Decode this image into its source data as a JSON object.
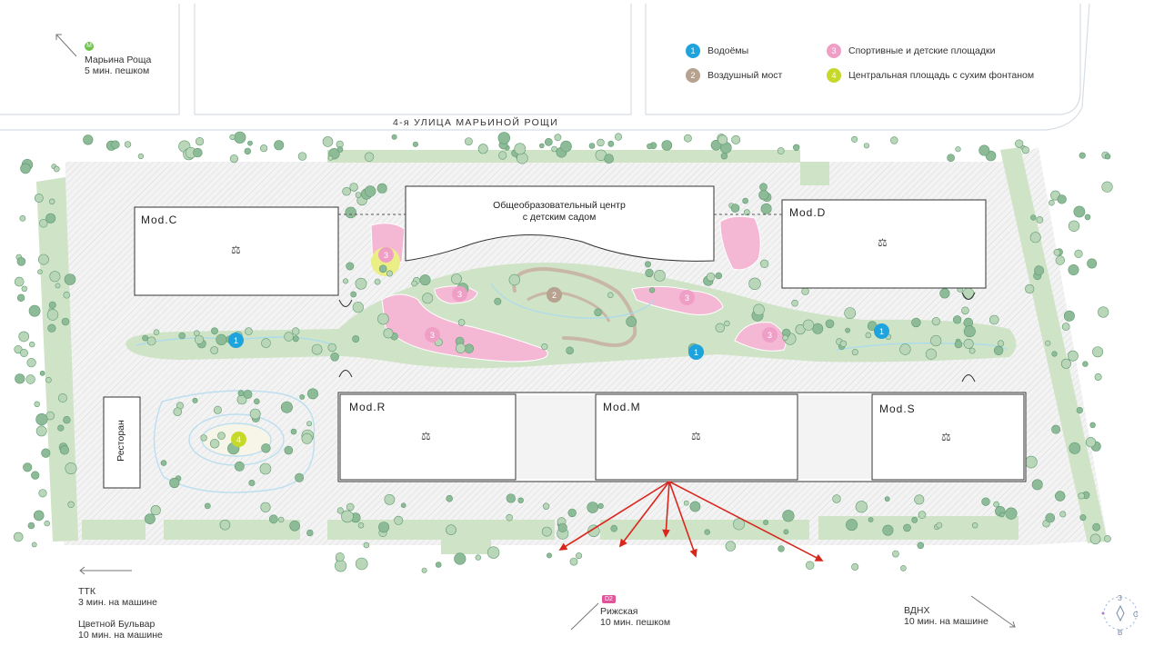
{
  "colors": {
    "water": "#1fa3dc",
    "bridge": "#b7a18f",
    "sport": "#ef9fc6",
    "square": "#c6d82a",
    "greenery": "#cfe3c7",
    "tree": "#6ea37c",
    "arrow": "#d9261c",
    "metro": "#6fc34a"
  },
  "legend": [
    {
      "num": "1",
      "label": "Водоёмы",
      "color_key": "water"
    },
    {
      "num": "2",
      "label": "Воздушный мост",
      "color_key": "bridge"
    },
    {
      "num": "3",
      "label": "Спортивные и детские площадки",
      "color_key": "sport"
    },
    {
      "num": "4",
      "label": "Центральная площадь с сухим фонтаном",
      "color_key": "square"
    }
  ],
  "metro": {
    "icon": "metro-icon",
    "glyph": "М",
    "station": "Марьина Роща",
    "time": "5 мин. пешком"
  },
  "street": "4-я УЛИЦА МАРЬИНОЙ РОЩИ",
  "buildings": {
    "mod_c": "Mod.C",
    "mod_d": "Mod.D",
    "mod_r": "Mod.R",
    "mod_m": "Mod.M",
    "mod_s": "Mod.S",
    "edu_line1": "Общеобразовательный центр",
    "edu_line2": "с детским садом",
    "restaurant": "Ресторан"
  },
  "markers": [
    "1",
    "1",
    "1",
    "2",
    "3",
    "3",
    "3",
    "3",
    "3",
    "4"
  ],
  "destinations": {
    "ttk": {
      "name": "ТТК",
      "time": "3 мин. на машине"
    },
    "boulevard": {
      "name": "Цветной Бульвар",
      "time": "10 мин. на машине"
    },
    "rizhskaya": {
      "badge": "D2",
      "name": "Рижская",
      "time": "10 мин. пешком"
    },
    "vdnh": {
      "name": "ВДНХ",
      "time": "10 мин. на машине"
    }
  },
  "compass": {
    "north": "З",
    "east": "С",
    "south": "В"
  }
}
